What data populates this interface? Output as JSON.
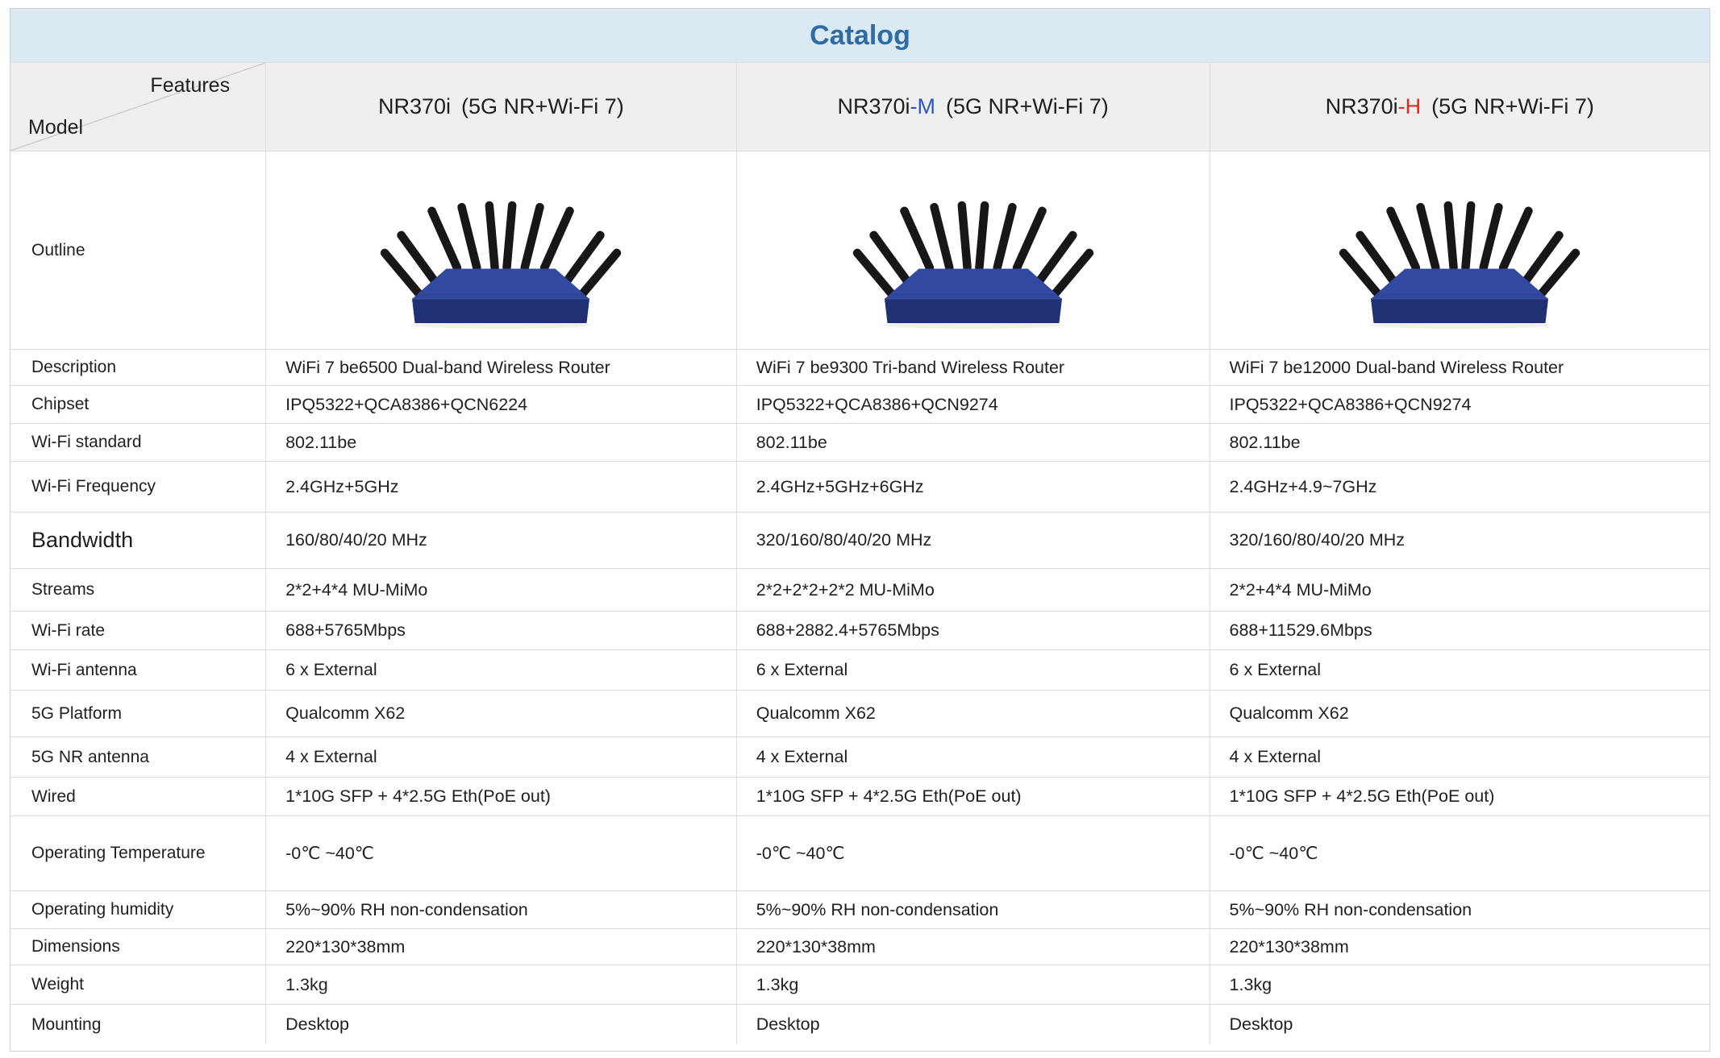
{
  "title": "Catalog",
  "header": {
    "features_label": "Features",
    "model_label": "Model",
    "models": [
      {
        "base": "NR370i",
        "suffix": "",
        "rest": "(5G NR+Wi-Fi 7)"
      },
      {
        "base": "NR370i",
        "suffix": "-M",
        "rest": "(5G NR+Wi-Fi 7)"
      },
      {
        "base": "NR370i",
        "suffix": "-H",
        "rest": "(5G NR+Wi-Fi 7)"
      }
    ]
  },
  "outline": {
    "label": "Outline",
    "image_alt": "Blue wireless router with external black antennas"
  },
  "rows": [
    {
      "label": "Description",
      "values": [
        "WiFi 7 be6500 Dual-band Wireless Router",
        "WiFi 7 be9300 Tri-band Wireless Router",
        "WiFi 7 be12000 Dual-band Wireless Router"
      ]
    },
    {
      "label": "Chipset",
      "values": [
        "IPQ5322+QCA8386+QCN6224",
        "IPQ5322+QCA8386+QCN9274",
        "IPQ5322+QCA8386+QCN9274"
      ]
    },
    {
      "label": "Wi-Fi standard",
      "values": [
        "802.11be",
        "802.11be",
        "802.11be"
      ]
    },
    {
      "label": "Wi-Fi  Frequency",
      "values": [
        "2.4GHz+5GHz",
        "2.4GHz+5GHz+6GHz",
        "2.4GHz+4.9~7GHz"
      ]
    },
    {
      "label": "Bandwidth",
      "values": [
        "160/80/40/20 MHz",
        "320/160/80/40/20 MHz",
        "320/160/80/40/20 MHz"
      ]
    },
    {
      "label": "Streams",
      "values": [
        "2*2+4*4 MU-MiMo",
        "2*2+2*2+2*2 MU-MiMo",
        "2*2+4*4 MU-MiMo"
      ]
    },
    {
      "label": "Wi-Fi rate",
      "values": [
        "688+5765Mbps",
        "688+2882.4+5765Mbps",
        "688+11529.6Mbps"
      ]
    },
    {
      "label": "Wi-Fi antenna",
      "values": [
        "6 x External",
        "6 x External",
        "6 x External"
      ]
    },
    {
      "label": "5G Platform",
      "values": [
        "Qualcomm X62",
        "Qualcomm X62",
        "Qualcomm X62"
      ]
    },
    {
      "label": "5G NR antenna",
      "values": [
        "4 x External",
        "4 x External",
        "4 x External"
      ]
    },
    {
      "label": "Wired",
      "values": [
        "1*10G SFP + 4*2.5G Eth(PoE out)",
        "1*10G SFP + 4*2.5G Eth(PoE out)",
        "1*10G SFP + 4*2.5G Eth(PoE out)"
      ]
    },
    {
      "label": "Operating Temperature",
      "values": [
        "-0℃ ~40℃",
        "-0℃ ~40℃",
        "-0℃ ~40℃"
      ]
    },
    {
      "label": "Operating humidity",
      "values": [
        "5%~90% RH non-condensation",
        "5%~90% RH non-condensation",
        "5%~90% RH non-condensation"
      ]
    },
    {
      "label": "Dimensions",
      "values": [
        "220*130*38mm",
        "220*130*38mm",
        "220*130*38mm"
      ]
    },
    {
      "label": "Weight",
      "values": [
        "1.3kg",
        "1.3kg",
        "1.3kg"
      ]
    },
    {
      "label": "Mounting",
      "values": [
        "Desktop",
        "Desktop",
        "Desktop"
      ]
    }
  ],
  "colors": {
    "title_text": "#2e6da4",
    "title_bg": "#dbe9f3",
    "header_bg": "#efefef",
    "model_suffix_m": "#2b55c4",
    "model_suffix_h": "#e02a20",
    "router_body_blue": "#2e459a",
    "grid_line": "#dcdcdc"
  }
}
